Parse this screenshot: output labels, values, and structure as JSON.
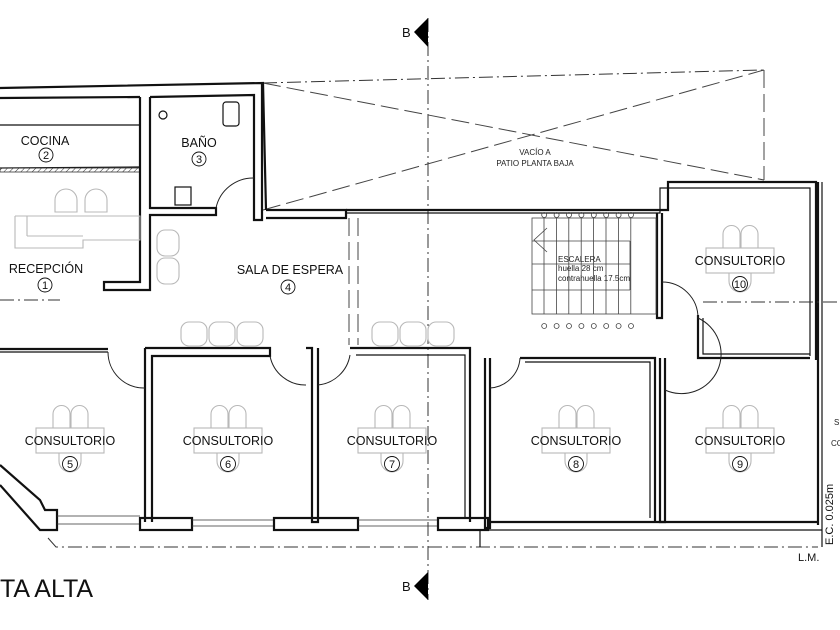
{
  "drawing": {
    "title": "TA ALTA",
    "section_marker": "B",
    "scale_label": "E.C. 0.025m",
    "boundary_label": "L.M.",
    "void_note": {
      "line1": "VACÍO A",
      "line2": "PATIO PLANTA BAJA"
    },
    "stair": {
      "label": "ESCALERA",
      "tread": "huella 28 cm",
      "riser": "contrahuella 17.5cm"
    },
    "edge_fragments": [
      "S",
      "CO"
    ]
  },
  "rooms": [
    {
      "name": "RECEPCIÓN",
      "number": "1"
    },
    {
      "name": "COCINA",
      "number": "2"
    },
    {
      "name": "BAÑO",
      "number": "3"
    },
    {
      "name": "SALA DE ESPERA",
      "number": "4"
    },
    {
      "name": "CONSULTORIO",
      "number": "5"
    },
    {
      "name": "CONSULTORIO",
      "number": "6"
    },
    {
      "name": "CONSULTORIO",
      "number": "7"
    },
    {
      "name": "CONSULTORIO",
      "number": "8"
    },
    {
      "name": "CONSULTORIO",
      "number": "9"
    },
    {
      "name": "CONSULTORIO",
      "number": "10"
    }
  ]
}
